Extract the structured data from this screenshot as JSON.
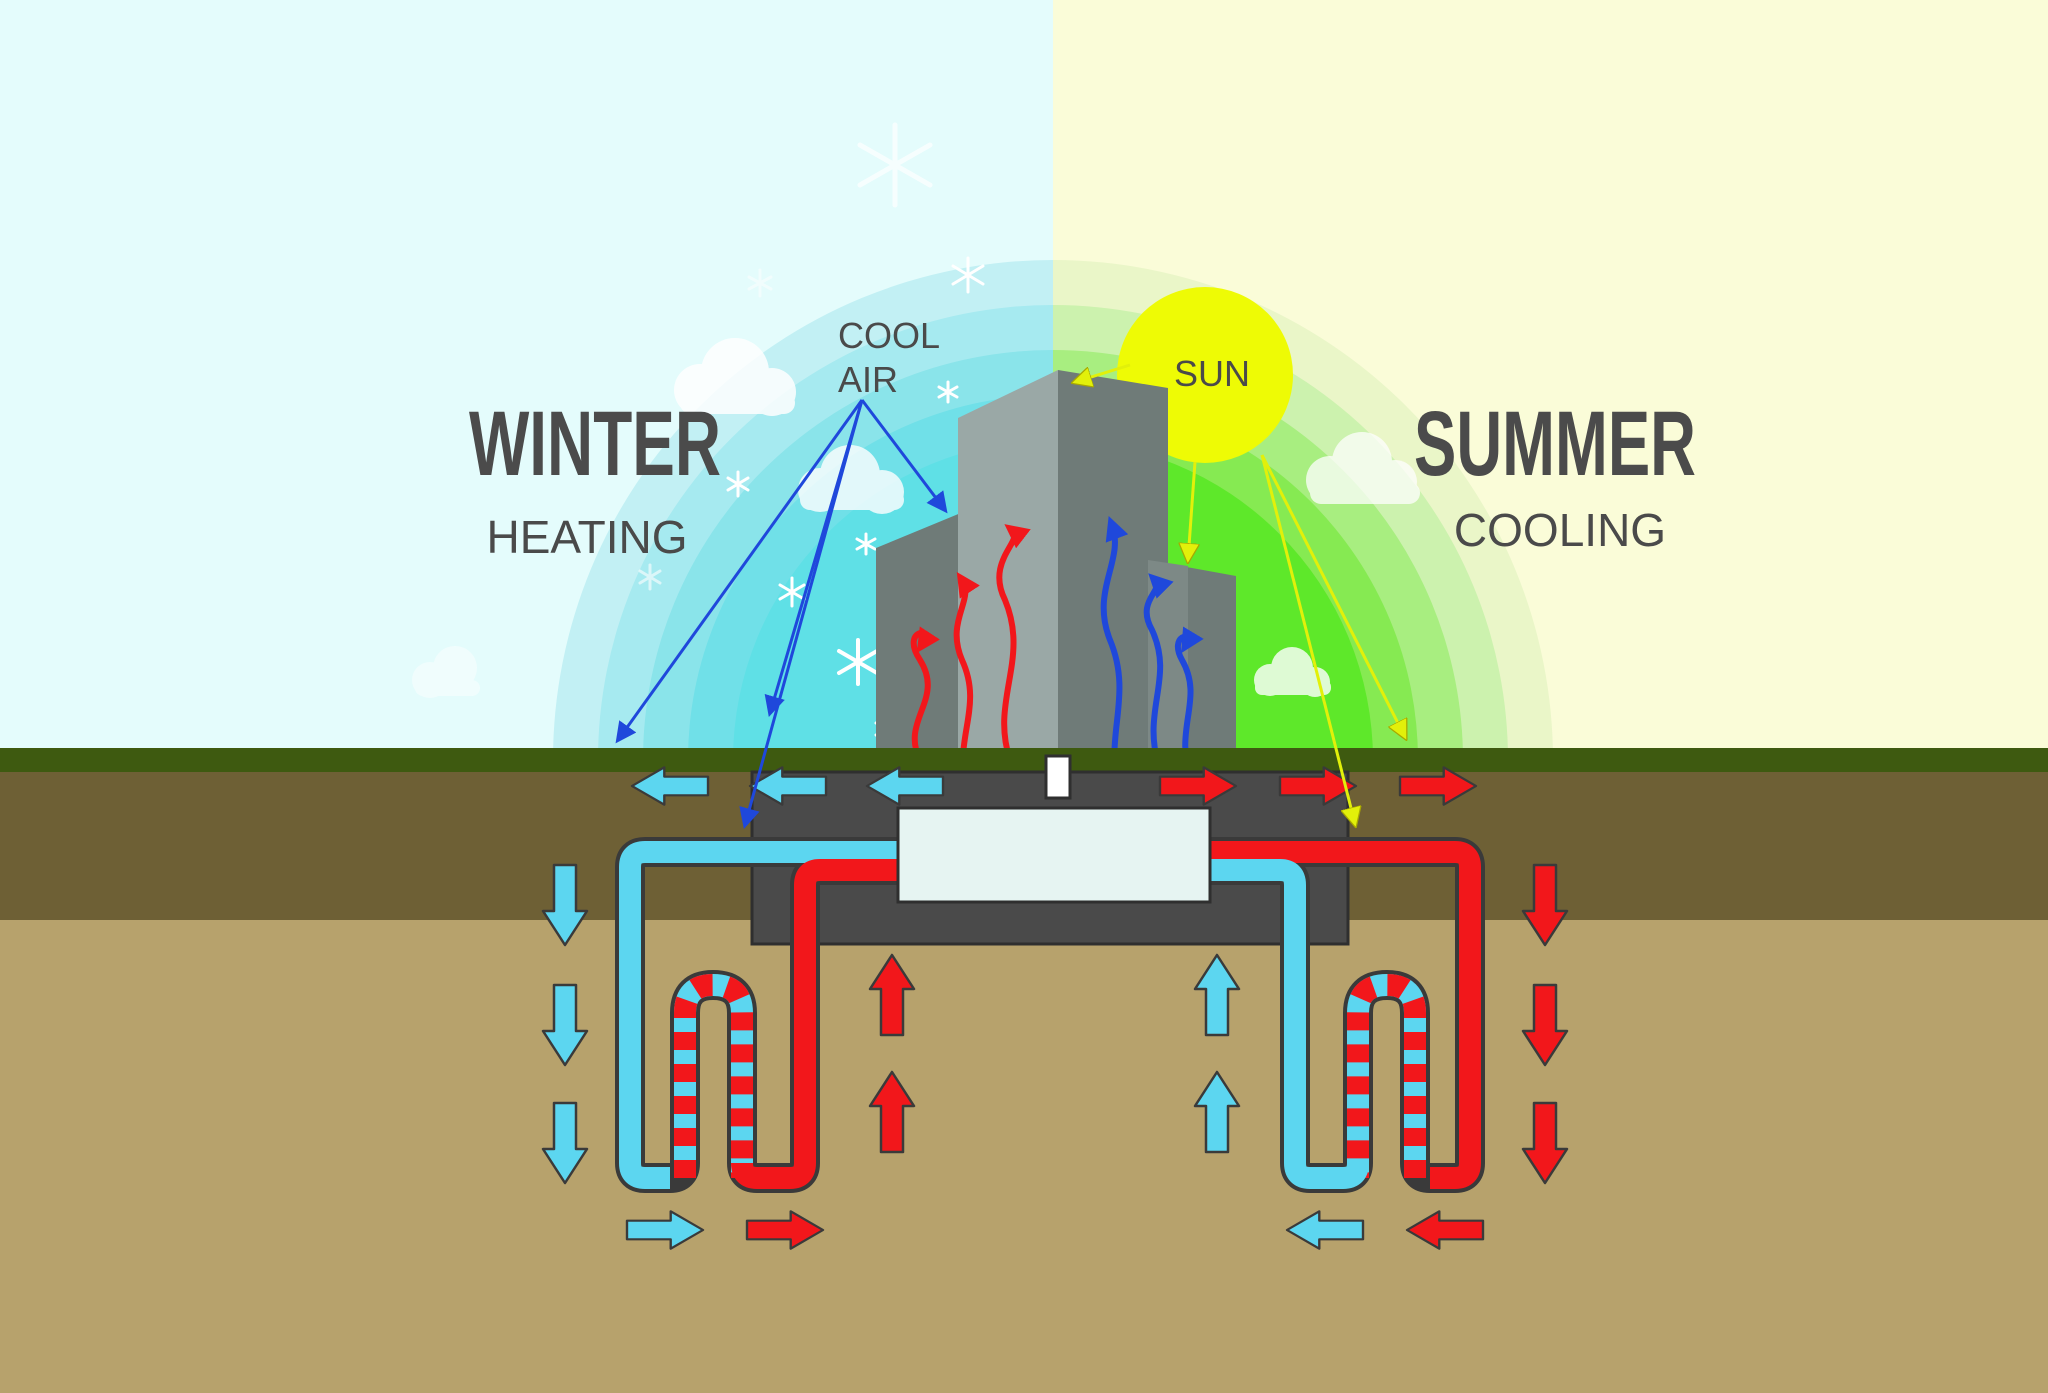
{
  "labels": {
    "winter": "WINTER",
    "heating": "HEATING",
    "summer": "SUMMER",
    "cooling": "COOLING",
    "cool_air_line1": "COOL",
    "cool_air_line2": "AIR",
    "sun": "SUN"
  },
  "colors": {
    "winter_sky": "#e4fcfc",
    "summer_sky": "#fafcd8",
    "winter_halo": "#5fe0e6",
    "summer_halo": "#5ee82a",
    "sun": "#eefb05",
    "grass": "#3e5a10",
    "topsoil": "#6e6035",
    "subsoil": "#b7a26c",
    "warm": "#f2171b",
    "cold": "#5cd6f0",
    "cool_air_arrow": "#1f48db",
    "sun_ray": "#e2f00a",
    "building_dark": "#6f7b78",
    "building_light": "#9aa8a6",
    "unit_dark": "#4a4a4a",
    "unit_light": "#e6f4f2"
  }
}
